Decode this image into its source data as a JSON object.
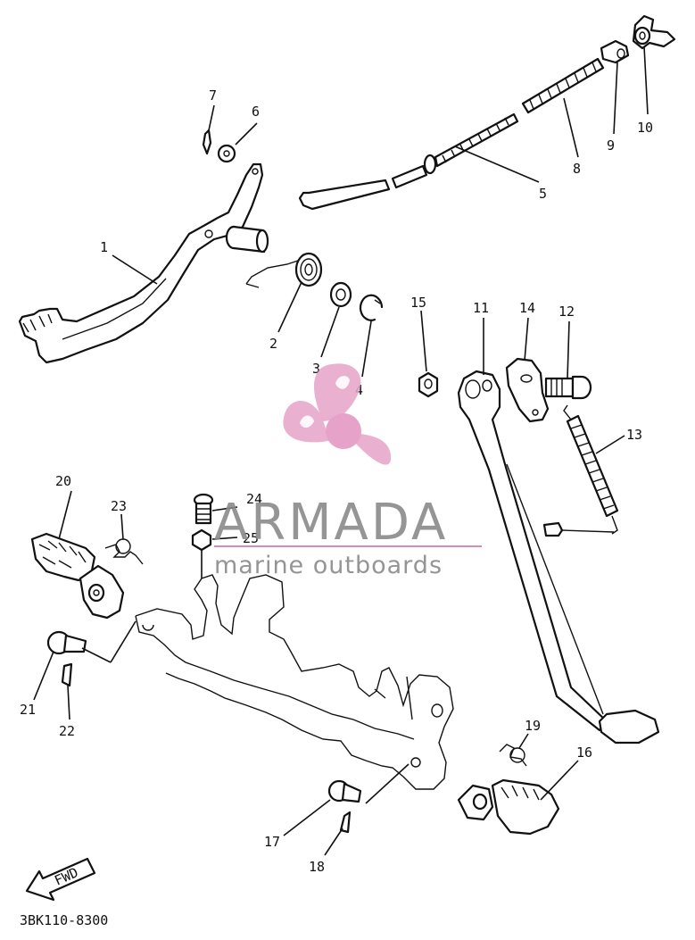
{
  "part_labels": [
    "1",
    "2",
    "3",
    "4",
    "5",
    "6",
    "7",
    "8",
    "9",
    "10",
    "11",
    "12",
    "13",
    "14",
    "15",
    "16",
    "17",
    "18",
    "19",
    "20",
    "21",
    "22",
    "23",
    "24",
    "25"
  ],
  "fwd_label": "FWD",
  "drawing_code": "3BK110-8300",
  "watermark": {
    "brand": "ARMADA",
    "tagline": "marine outboards",
    "logo_color": "#e6a2c8",
    "text_color": "#8a8a8a",
    "rule_color": "#d98ab8"
  }
}
